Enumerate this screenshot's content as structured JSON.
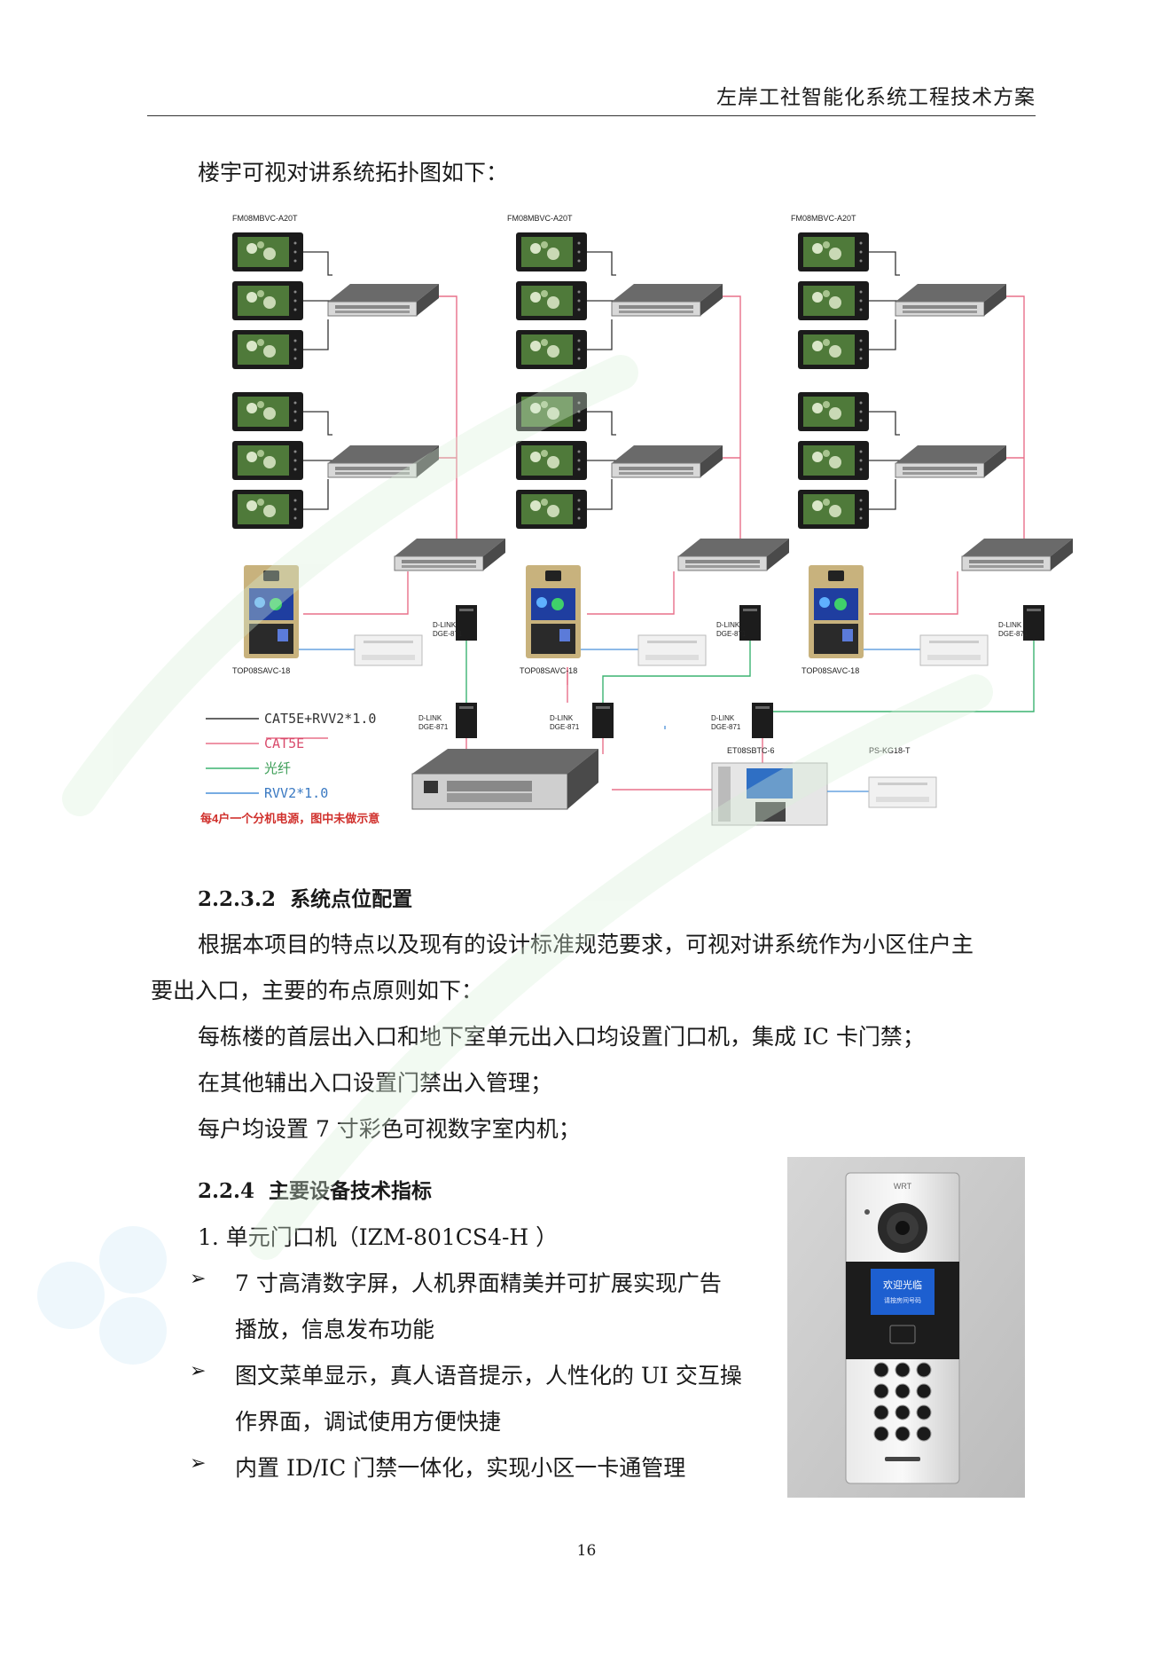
{
  "header": {
    "title": "左岸工社智能化系统工程技术方案"
  },
  "intro": "楼宇可视对讲系统拓扑图如下：",
  "diagram": {
    "monitor_model": "FM08MBVC-A20T",
    "door_station_model": "TOP08SAVC-18",
    "converter_label_1": "D-LINK",
    "converter_label_2": "DGE-871",
    "master_station_model": "ET08SBTC-6",
    "power_model": "PS-KG18-T",
    "legend": {
      "l1": "CAT5E+RVV2*1.0",
      "l2": "CAT5E",
      "l3": "光纤",
      "l4": "RVV2*1.0",
      "note": "每4户一个分机电源，图中未做示意"
    },
    "colors": {
      "cat5e_rvv": "#333333",
      "cat5e": "#e8708a",
      "fiber": "#3cb371",
      "rvv": "#4a90d9",
      "note": "#d0302c"
    }
  },
  "s232": {
    "num": "2.2.3.2",
    "title": "系统点位配置"
  },
  "p1a": "根据本项目的特点以及现有的设计标准规范要求，可视对讲系统作为小区住户主",
  "p1b": "要出入口，主要的布点原则如下：",
  "p2": "每栋楼的首层出入口和地下室单元出入口均设置门口机，集成 IC 卡门禁；",
  "p3": "在其他辅出入口设置门禁出入管理；",
  "p4": "每户均设置 7 寸彩色可视数字室内机；",
  "s224": {
    "num": "2.2.4",
    "title": "主要设备技术指标"
  },
  "item1": "1. 单元门口机（IZM-801CS4-H ）",
  "bullets": [
    {
      "l1": "7 寸高清数字屏，人机界面精美并可扩展实现广告",
      "l2": "播放，信息发布功能"
    },
    {
      "l1": "图文菜单显示，真人语音提示，人性化的 UI 交互操",
      "l2": "作界面，调试使用方便快捷"
    },
    {
      "l1": "内置 ID/IC 门禁一体化，实现小区一卡通管理",
      "l2": ""
    }
  ],
  "device": {
    "brand": "WRT",
    "screen_l1": "欢迎光临",
    "screen_l2": "请按房间号码"
  },
  "page_number": "16"
}
